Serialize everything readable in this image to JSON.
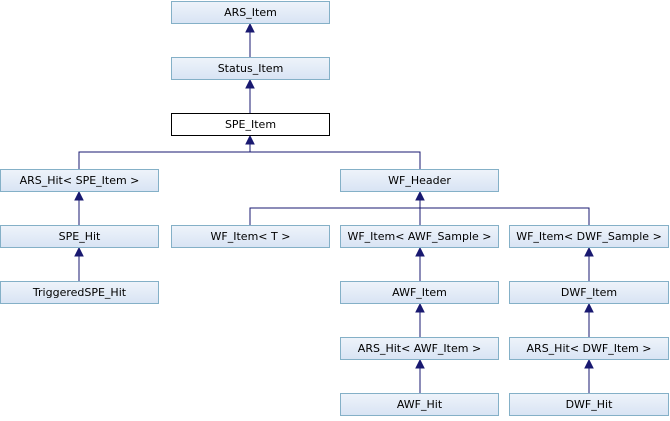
{
  "diagram": {
    "nodes": {
      "ars_item": "ARS_Item",
      "status_item": "Status_Item",
      "spe_item": "SPE_Item",
      "ars_hit_spe": "ARS_Hit< SPE_Item >",
      "wf_header": "WF_Header",
      "spe_hit": "SPE_Hit",
      "triggered_spe_hit": "TriggeredSPE_Hit",
      "wf_item_t": "WF_Item< T >",
      "wf_item_awf_sample": "WF_Item< AWF_Sample >",
      "wf_item_dwf_sample": "WF_Item< DWF_Sample >",
      "awf_item": "AWF_Item",
      "dwf_item": "DWF_Item",
      "ars_hit_awf": "ARS_Hit< AWF_Item >",
      "ars_hit_dwf": "ARS_Hit< DWF_Item >",
      "awf_hit": "AWF_Hit",
      "dwf_hit": "DWF_Hit"
    },
    "colors": {
      "node_border": "#84b0c7",
      "node_fill_top": "#eef3fa",
      "node_fill_bottom": "#d9e4f4",
      "current_border": "#000000",
      "edge": "#191970"
    }
  }
}
